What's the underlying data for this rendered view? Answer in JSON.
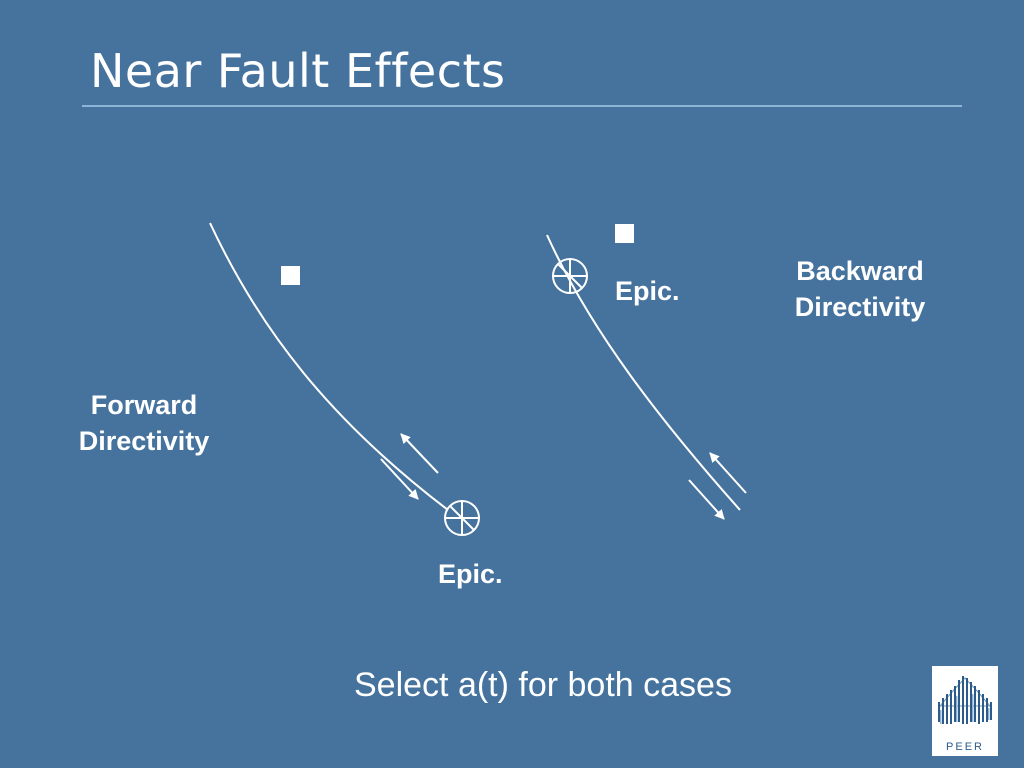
{
  "slide": {
    "title": "Near Fault Effects",
    "caption": "Select a(t) for both cases"
  },
  "diagram": {
    "forward": {
      "label_line1": "Forward",
      "label_line2": "Directivity",
      "epicenter_label": "Epic."
    },
    "backward": {
      "label_line1": "Backward",
      "label_line2": "Directivity",
      "epicenter_label": "Epic."
    }
  },
  "logo": {
    "text": "PEER"
  },
  "colors": {
    "background": "#45739d",
    "foreground": "#ffffff",
    "rule": "#8fb4d6",
    "logo_text": "#2d5b8c"
  }
}
